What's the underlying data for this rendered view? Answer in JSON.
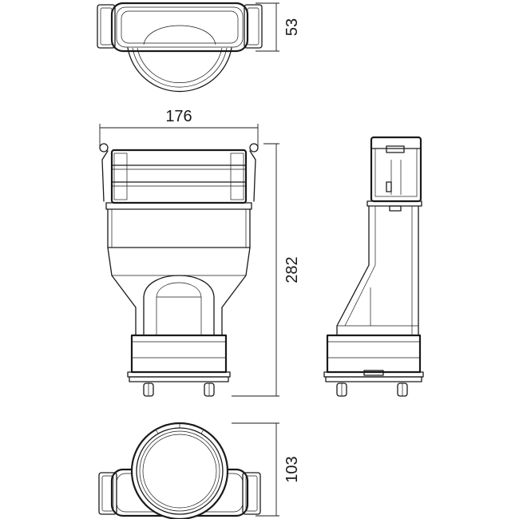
{
  "dimensions": {
    "top_height": "53",
    "overall_width": "176",
    "overall_height": "282",
    "bottom_height": "103"
  }
}
